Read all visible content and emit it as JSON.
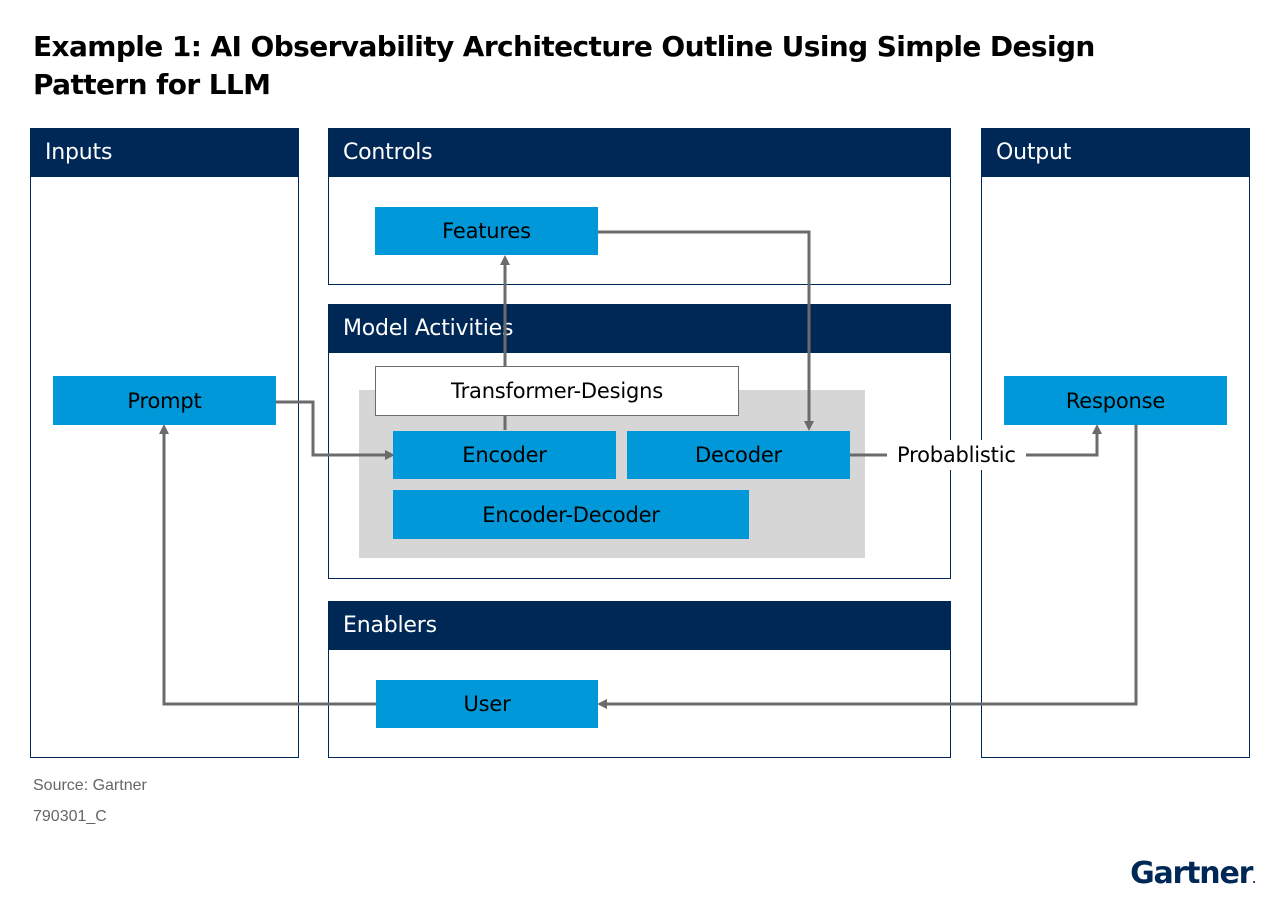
{
  "title": "Example 1: AI Observability Architecture Outline Using Simple Design Pattern for LLM",
  "panels": {
    "inputs": "Inputs",
    "controls": "Controls",
    "model_activities": "Model Activities",
    "enablers": "Enablers",
    "output": "Output"
  },
  "nodes": {
    "prompt": "Prompt",
    "features": "Features",
    "transformer_designs": "Transformer-Designs",
    "encoder": "Encoder",
    "decoder": "Decoder",
    "encoder_decoder": "Encoder-Decoder",
    "response": "Response",
    "user": "User"
  },
  "edge_labels": {
    "probablistic": "Probablistic"
  },
  "footer": {
    "source": "Source: Gartner",
    "code": "790301_C"
  },
  "brand": {
    "name": "Gartner",
    "mark": "."
  },
  "colors": {
    "header_navy": "#002856",
    "node_blue": "#0098d8",
    "connector_gray": "#6b6b6b",
    "group_gray": "#d6d6d6"
  }
}
